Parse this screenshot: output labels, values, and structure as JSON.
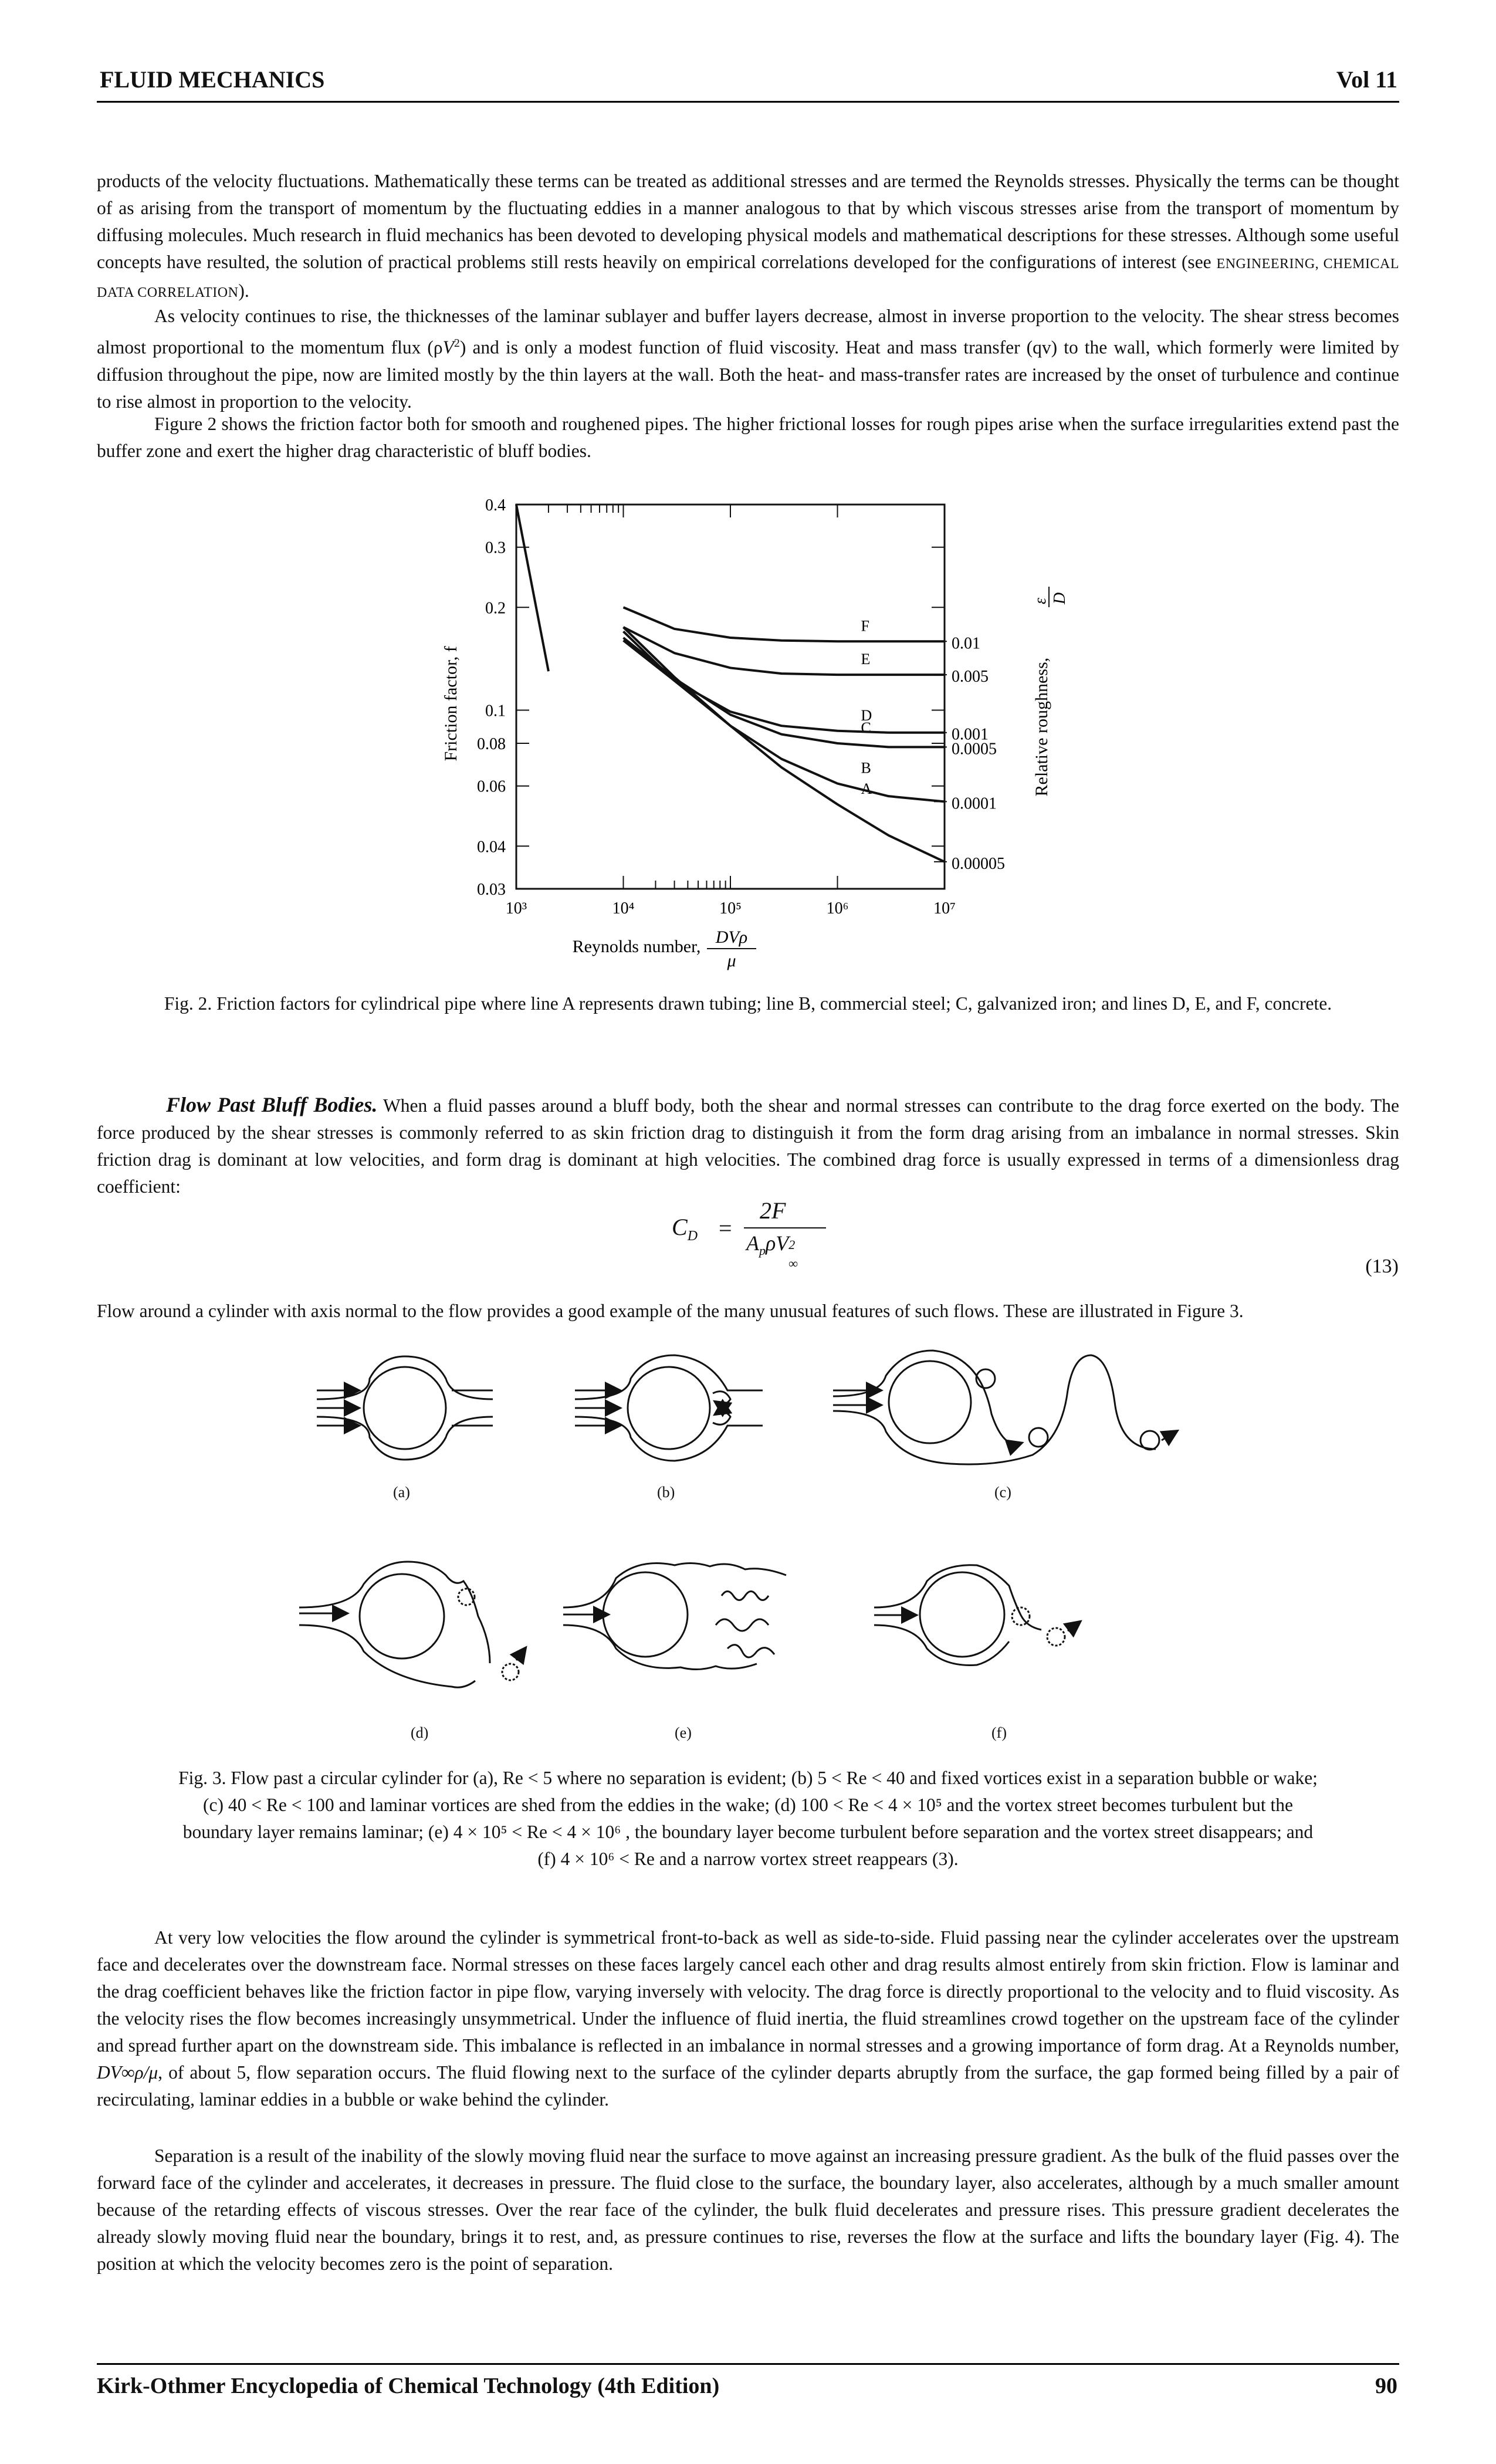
{
  "header": {
    "left": "FLUID MECHANICS",
    "right": "Vol 11"
  },
  "footer": {
    "left": "Kirk-Othmer Encyclopedia of Chemical Technology (4th Edition)",
    "right": "90"
  },
  "paragraphs": {
    "p1": "products of the velocity fluctuations. Mathematically these terms can be treated as additional stresses and are termed the Reynolds stresses. Physically the terms can be thought of as arising from the transport of momentum by the fluctuating eddies in a manner analogous to that by which viscous stresses arise from the transport of momentum by diffusing molecules. Much research in fluid mechanics has been devoted to developing physical models and mathematical descriptions for these stresses. Although some useful concepts have resulted, the solution of practical problems still rests heavily on empirical correlations developed for the configurations of interest (see ",
    "p1_ref": "Engineering, Chemical Data Correlation",
    "p1_end": ").",
    "p2_a": "As velocity continues to rise, the thicknesses of the laminar sublayer and buffer layers decrease, almost in inverse proportion to the velocity. The shear stress becomes almost proportional to the momentum flux (ρ",
    "p2_v": "V",
    "p2_sup": "2",
    "p2_b": ") and is only a modest function of fluid viscosity. Heat and mass transfer (qv) to the wall, which formerly were limited by diffusion throughout the pipe, now are limited mostly by the thin layers at the wall. Both the heat- and mass-transfer rates are increased by the onset of turbulence and continue to rise almost in proportion to the velocity.",
    "p3": "Figure 2 shows the friction factor both for smooth and roughened pipes. The higher frictional losses for rough pipes arise when the surface irregularities extend past the buffer zone and exert the higher drag characteristic of bluff bodies.",
    "flow_heading": "Flow Past Bluff Bodies.",
    "p4": " When a fluid passes around a bluff body, both the shear and normal stresses can contribute to the drag force exerted on the body. The force produced by the shear stresses is commonly referred to as skin friction drag to distinguish it from the form drag arising from an imbalance in normal stresses. Skin friction drag is dominant at low velocities, and form drag is dominant at high velocities. The combined drag force is usually expressed in terms of a dimensionless drag coefficient:",
    "p5": "Flow around a cylinder with axis normal to the flow provides a good example of the many unusual features of such flows. These are illustrated in Figure 3.",
    "p6": "At very low velocities the flow around the cylinder is symmetrical front-to-back as well as side-to-side. Fluid passing near the cylinder accelerates over the upstream face and decelerates over the downstream face. Normal stresses on these faces largely cancel each other and drag results almost entirely from skin friction. Flow is laminar and the drag coefficient behaves like the friction factor in pipe flow, varying inversely with velocity. The drag force is directly proportional to the velocity and to fluid viscosity. As the velocity rises the flow becomes increasingly unsymmetrical. Under the influence of fluid inertia, the fluid streamlines crowd together on the upstream face of the cylinder and spread further apart on the downstream side. This imbalance is reflected in an imbalance in normal stresses and a growing importance of form drag. At a Reynolds number, ",
    "p6_math": "DV∞ρ/μ",
    "p6_b": ", of about 5, flow separation occurs. The fluid flowing next to the surface of the cylinder departs abruptly from the surface, the gap formed being filled by a pair of recirculating, laminar eddies in a bubble or wake behind the cylinder.",
    "p7": "Separation is a result of the inability of the slowly moving fluid near the surface to move against an increasing pressure gradient. As the bulk of the fluid passes over the forward face of the cylinder and accelerates, it decreases in pressure. The fluid close to the surface, the boundary layer, also accelerates, although by a much smaller amount because of the retarding effects of viscous stresses. Over the rear face of the cylinder, the bulk fluid decelerates and pressure rises. This pressure gradient decelerates the already slowly moving fluid near the boundary, brings it to rest, and, as pressure continues to rise, reverses the flow at the surface and lifts the boundary layer (Fig. 4). The position at which the velocity becomes zero is the point of separation."
  },
  "equation": {
    "lhs": "C",
    "lhs_sub": "D",
    "num": "2F",
    "den_a": "A",
    "den_sub": "p",
    "den_b": "ρV",
    "den_sup": "2",
    "den_sub2": "∞",
    "number": "(13)"
  },
  "fig2_caption": "Fig. 2. Friction factors for cylindrical pipe where line A represents drawn tubing; line B, commercial steel; C, galvanized iron; and lines D, E, and F, concrete.",
  "fig3_caption": {
    "l1": "Fig. 3. Flow past a circular cylinder for (a), Re < 5 where no separation is evident; (b) 5 < Re < 40 and fixed vortices exist in a separation bubble or wake;",
    "l2": "(c) 40 < Re < 100 and laminar vortices are shed from the eddies in the wake; (d) 100 < Re < 4 × 10⁵ and the vortex street becomes turbulent but the",
    "l3": "boundary layer remains laminar; (e) 4 × 10⁵ < Re < 4 × 10⁶ , the boundary layer become turbulent before separation and the vortex street disappears; and",
    "l4": "(f) 4 × 10⁶ < Re and a narrow vortex street reappears (3)."
  },
  "fig3_labels": [
    "(a)",
    "(b)",
    "(c)",
    "(d)",
    "(e)",
    "(f)"
  ],
  "chart_data": {
    "type": "line",
    "title": "",
    "xlabel": "Reynolds number,",
    "xlabel_formula_num": "DVρ",
    "xlabel_formula_den": "μ",
    "ylabel": "Friction factor, f",
    "y2label": "Relative roughness,",
    "y2label_formula_num": "ε",
    "y2label_formula_den": "D",
    "x_scale": "log",
    "y_scale": "log",
    "xlim": [
      1000,
      10000000
    ],
    "ylim": [
      0.03,
      0.4
    ],
    "x_ticks": [
      "10³",
      "10⁴",
      "10⁵",
      "10⁶",
      "10⁷"
    ],
    "y_ticks": [
      "0.4",
      "0.3",
      "0.2",
      "0.1",
      "0.08",
      "0.06",
      "0.04",
      "0.03"
    ],
    "y_tick_values": [
      0.4,
      0.3,
      0.2,
      0.1,
      0.08,
      0.06,
      0.04,
      0.03
    ],
    "series": [
      {
        "name": "",
        "role": "laminar",
        "x": [
          1000,
          2000
        ],
        "y": [
          0.4,
          0.13
        ]
      },
      {
        "name": "A",
        "roughness": "0.00005",
        "x": [
          10000,
          30000,
          100000,
          300000,
          1000000,
          3000000,
          10000000
        ],
        "y": [
          0.175,
          0.125,
          0.09,
          0.068,
          0.053,
          0.043,
          0.036
        ]
      },
      {
        "name": "B",
        "roughness": "0.0001",
        "x": [
          10000,
          30000,
          100000,
          300000,
          1000000,
          3000000,
          10000000
        ],
        "y": [
          0.17,
          0.122,
          0.09,
          0.072,
          0.061,
          0.056,
          0.054
        ]
      },
      {
        "name": "C",
        "roughness": "0.0005",
        "x": [
          10000,
          30000,
          100000,
          300000,
          1000000,
          3000000,
          10000000
        ],
        "y": [
          0.163,
          0.124,
          0.097,
          0.085,
          0.08,
          0.078,
          0.078
        ]
      },
      {
        "name": "D",
        "roughness": "0.001",
        "x": [
          10000,
          30000,
          100000,
          300000,
          1000000,
          3000000,
          10000000
        ],
        "y": [
          0.16,
          0.122,
          0.099,
          0.09,
          0.087,
          0.086,
          0.086
        ]
      },
      {
        "name": "E",
        "roughness": "0.005",
        "x": [
          10000,
          30000,
          100000,
          300000,
          1000000,
          3000000,
          10000000
        ],
        "y": [
          0.175,
          0.147,
          0.133,
          0.128,
          0.127,
          0.127,
          0.127
        ]
      },
      {
        "name": "F",
        "roughness": "0.01",
        "x": [
          10000,
          30000,
          100000,
          300000,
          1000000,
          3000000,
          10000000
        ],
        "y": [
          0.2,
          0.173,
          0.163,
          0.16,
          0.159,
          0.159,
          0.159
        ]
      }
    ]
  }
}
